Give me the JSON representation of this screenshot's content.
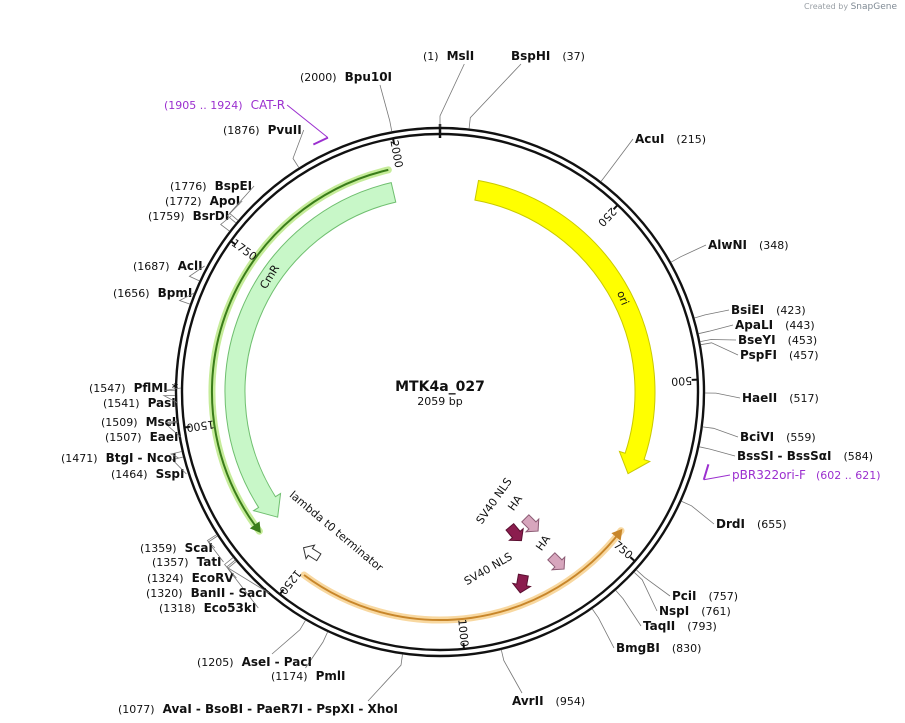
{
  "credit": {
    "prefix": "Created by",
    "brand": "SnapGene"
  },
  "plasmid": {
    "name": "MTK4a_027",
    "size_label": "2059 bp",
    "length": 2059
  },
  "ticks": [
    {
      "pos": 250,
      "label": "250"
    },
    {
      "pos": 500,
      "label": "500"
    },
    {
      "pos": 750,
      "label": "750"
    },
    {
      "pos": 1000,
      "label": "1000"
    },
    {
      "pos": 1250,
      "label": "1250"
    },
    {
      "pos": 1500,
      "label": "1500"
    },
    {
      "pos": 1750,
      "label": "1750"
    },
    {
      "pos": 2000,
      "label": "2000"
    }
  ],
  "sites": [
    {
      "id": "msli",
      "pos": 1,
      "pos_label": "(1)",
      "names": [
        "MslI"
      ]
    },
    {
      "id": "bsphi",
      "pos": 37,
      "pos_label": "(37)",
      "names": [
        "BspHI"
      ]
    },
    {
      "id": "acui",
      "pos": 215,
      "pos_label": "(215)",
      "names": [
        "AcuI"
      ]
    },
    {
      "id": "alwni",
      "pos": 348,
      "pos_label": "(348)",
      "names": [
        "AlwNI"
      ]
    },
    {
      "id": "bsiei",
      "pos": 423,
      "pos_label": "(423)",
      "names": [
        "BsiEI"
      ]
    },
    {
      "id": "apali",
      "pos": 443,
      "pos_label": "(443)",
      "names": [
        "ApaLI"
      ]
    },
    {
      "id": "bseyi",
      "pos": 453,
      "pos_label": "(453)",
      "names": [
        "BseYI"
      ]
    },
    {
      "id": "pspfi",
      "pos": 457,
      "pos_label": "(457)",
      "names": [
        "PspFI"
      ]
    },
    {
      "id": "haeii",
      "pos": 517,
      "pos_label": "(517)",
      "names": [
        "HaeII"
      ]
    },
    {
      "id": "bcivi",
      "pos": 559,
      "pos_label": "(559)",
      "names": [
        "BciVI"
      ]
    },
    {
      "id": "bsssi",
      "pos": 584,
      "pos_label": "(584)",
      "names": [
        "BssSI",
        "BssSαI"
      ]
    },
    {
      "id": "drdi",
      "pos": 655,
      "pos_label": "(655)",
      "names": [
        "DrdI"
      ]
    },
    {
      "id": "pcii",
      "pos": 757,
      "pos_label": "(757)",
      "names": [
        "PciI"
      ]
    },
    {
      "id": "nspi",
      "pos": 761,
      "pos_label": "(761)",
      "names": [
        "NspI"
      ]
    },
    {
      "id": "taqii",
      "pos": 793,
      "pos_label": "(793)",
      "names": [
        "TaqII"
      ]
    },
    {
      "id": "bmgbi",
      "pos": 830,
      "pos_label": "(830)",
      "names": [
        "BmgBI"
      ]
    },
    {
      "id": "avrii",
      "pos": 954,
      "pos_label": "(954)",
      "names": [
        "AvrII"
      ]
    },
    {
      "id": "avai",
      "pos": 1077,
      "pos_label": "(1077)",
      "names": [
        "AvaI",
        "BsoBI",
        "PaeR7I",
        "PspXI",
        "XhoI"
      ]
    },
    {
      "id": "pmli",
      "pos": 1174,
      "pos_label": "(1174)",
      "names": [
        "PmlI"
      ]
    },
    {
      "id": "asei",
      "pos": 1205,
      "pos_label": "(1205)",
      "names": [
        "AseI",
        "PacI"
      ]
    },
    {
      "id": "eco53ki",
      "pos": 1318,
      "pos_label": "(1318)",
      "names": [
        "Eco53kI"
      ]
    },
    {
      "id": "banii",
      "pos": 1320,
      "pos_label": "(1320)",
      "names": [
        "BanII",
        "SacI"
      ]
    },
    {
      "id": "ecorv",
      "pos": 1324,
      "pos_label": "(1324)",
      "names": [
        "EcoRV"
      ]
    },
    {
      "id": "tati",
      "pos": 1357,
      "pos_label": "(1357)",
      "names": [
        "TatI"
      ]
    },
    {
      "id": "scai",
      "pos": 1359,
      "pos_label": "(1359)",
      "names": [
        "ScaI"
      ]
    },
    {
      "id": "sspi",
      "pos": 1464,
      "pos_label": "(1464)",
      "names": [
        "SspI"
      ]
    },
    {
      "id": "btgi",
      "pos": 1471,
      "pos_label": "(1471)",
      "names": [
        "BtgI",
        "NcoI"
      ]
    },
    {
      "id": "eaei",
      "pos": 1507,
      "pos_label": "(1507)",
      "names": [
        "EaeI"
      ]
    },
    {
      "id": "msci",
      "pos": 1509,
      "pos_label": "(1509)",
      "names": [
        "MscI"
      ]
    },
    {
      "id": "pasi",
      "pos": 1541,
      "pos_label": "(1541)",
      "names": [
        "PasI"
      ]
    },
    {
      "id": "pflmi",
      "pos": 1547,
      "pos_label": "(1547)",
      "names": [
        "PflMI *"
      ]
    },
    {
      "id": "bpmi",
      "pos": 1656,
      "pos_label": "(1656)",
      "names": [
        "BpmI"
      ]
    },
    {
      "id": "acli",
      "pos": 1687,
      "pos_label": "(1687)",
      "names": [
        "AclI"
      ]
    },
    {
      "id": "bsrdi",
      "pos": 1759,
      "pos_label": "(1759)",
      "names": [
        "BsrDI"
      ]
    },
    {
      "id": "apoi",
      "pos": 1772,
      "pos_label": "(1772)",
      "names": [
        "ApoI"
      ]
    },
    {
      "id": "bspei",
      "pos": 1776,
      "pos_label": "(1776)",
      "names": [
        "BspEI"
      ]
    },
    {
      "id": "pvuii",
      "pos": 1876,
      "pos_label": "(1876)",
      "names": [
        "PvuII"
      ]
    },
    {
      "id": "bpu10i",
      "pos": 2000,
      "pos_label": "(2000)",
      "names": [
        "Bpu10I"
      ]
    }
  ],
  "primers": [
    {
      "id": "cat-r",
      "name": "CAT-R",
      "range_label": "(1905 .. 1924)",
      "start": 1905,
      "end": 1924
    },
    {
      "id": "pbr322ori-f",
      "name": "pBR322ori-F",
      "range_label": "(602 .. 621)",
      "start": 602,
      "end": 621
    }
  ],
  "features": [
    {
      "id": "ori",
      "label": "ori",
      "start": 60,
      "end": 650,
      "color": "#ffff00",
      "stroke": "#c9c900",
      "direction": "cw"
    },
    {
      "id": "cmr",
      "label": "CmR",
      "start": 1330,
      "end": 1985,
      "color": "#c8f7c8",
      "stroke": "#6fbf6f",
      "direction": "ccw"
    },
    {
      "id": "sv40-nls-1",
      "label": "SV40 NLS",
      "color": "#8b1d4e"
    },
    {
      "id": "ha-1",
      "label": "HA",
      "color": "#d7a6bd"
    },
    {
      "id": "sv40-nls-2",
      "label": "SV40 NLS",
      "color": "#8b1d4e"
    },
    {
      "id": "ha-2",
      "label": "HA",
      "color": "#d7a6bd"
    },
    {
      "id": "lambda-t0",
      "label": "lambda t0 terminator",
      "color": "#ffffff"
    }
  ],
  "orf_arcs": [
    {
      "id": "orf-cmr",
      "start": 1330,
      "end": 1985,
      "color": "#3a7d1a",
      "glow": "#c6ec9a",
      "direction": "ccw"
    },
    {
      "id": "orf-bottom",
      "start": 730,
      "end": 1240,
      "color": "#c8862a",
      "glow": "#f8d8a0",
      "direction": "ccw"
    }
  ],
  "colors": {
    "primer": "#9b2fcf",
    "backbone": "#111111"
  }
}
